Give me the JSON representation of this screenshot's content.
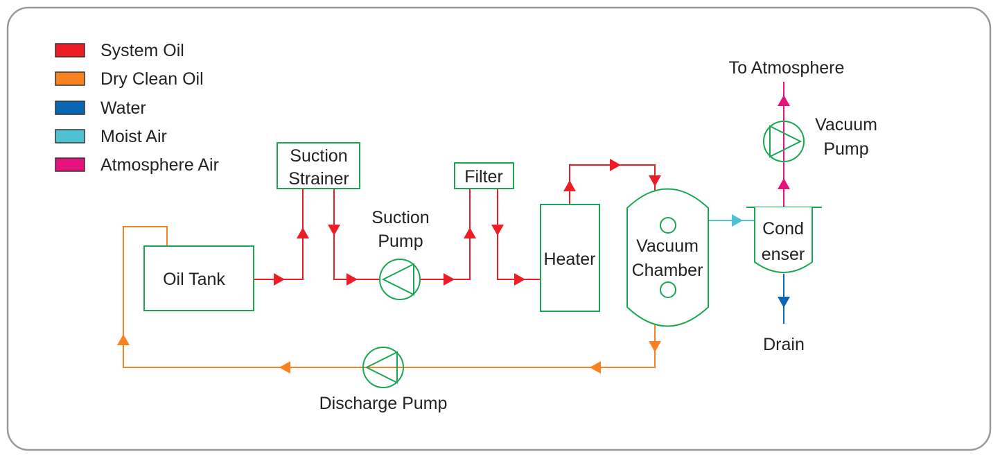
{
  "colors": {
    "system_oil": "#ee1c25",
    "dry_clean_oil": "#f7821f",
    "water": "#0866b2",
    "moist_air": "#4ec2d1",
    "atmosphere_air": "#e6127d",
    "equipment": "#1aa752",
    "frame": "#999999"
  },
  "legend": [
    {
      "label": "System Oil",
      "color": "#ee1c25"
    },
    {
      "label": "Dry Clean Oil",
      "color": "#f7821f"
    },
    {
      "label": "Water",
      "color": "#0866b2"
    },
    {
      "label": "Moist Air",
      "color": "#4ec2d1"
    },
    {
      "label": "Atmosphere Air",
      "color": "#e6127d"
    }
  ],
  "labels": {
    "oil_tank": "Oil Tank",
    "suction_strainer_1": "Suction",
    "suction_strainer_2": "Strainer",
    "suction_pump_1": "Suction",
    "suction_pump_2": "Pump",
    "filter": "Filter",
    "heater": "Heater",
    "vacuum_chamber_1": "Vacuum",
    "vacuum_chamber_2": "Chamber",
    "condenser_1": "Cond",
    "condenser_2": "enser",
    "vacuum_pump_1": "Vacuum",
    "vacuum_pump_2": "Pump",
    "to_atmosphere": "To Atmosphere",
    "drain": "Drain",
    "discharge_pump": "Discharge Pump"
  }
}
